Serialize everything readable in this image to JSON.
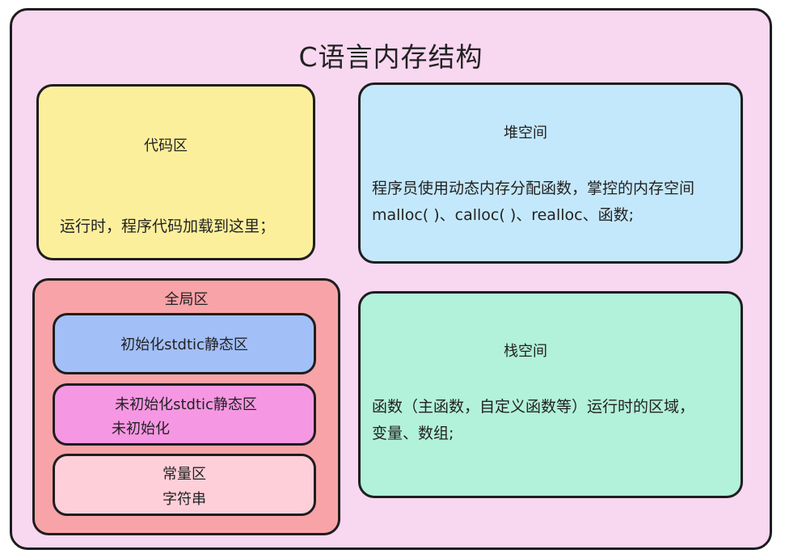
{
  "title": "C语言内存结构",
  "code_area": {
    "title": "代码区",
    "desc": "运行时，程序代码加载到这里；"
  },
  "heap": {
    "title": "堆空间",
    "desc_line1": "程序员使用动态内存分配函数，掌控的内存空间",
    "desc_line2": "malloc( )、calloc( )、realloc、函数;"
  },
  "global_area": {
    "title": "全局区",
    "initialized": "初始化stdtic静态区",
    "uninitialized_line1": "未初始化stdtic静态区",
    "uninitialized_line2": "未初始化",
    "constant_line1": "常量区",
    "constant_line2": "字符串"
  },
  "stack": {
    "title": "栈空间",
    "desc_line1": "函数（主函数，自定义函数等）运行时的区域，",
    "desc_line2": "变量、数组;"
  },
  "colors": {
    "outer": "#f8d7f0",
    "code_area": "#fcef9c",
    "heap": "#c4e8fb",
    "global_area": "#f8a3a8",
    "initialized": "#a3bff8",
    "uninitialized": "#f697e3",
    "constant": "#fecfd9",
    "stack": "#b2f1da",
    "border": "#1e1e1e"
  }
}
